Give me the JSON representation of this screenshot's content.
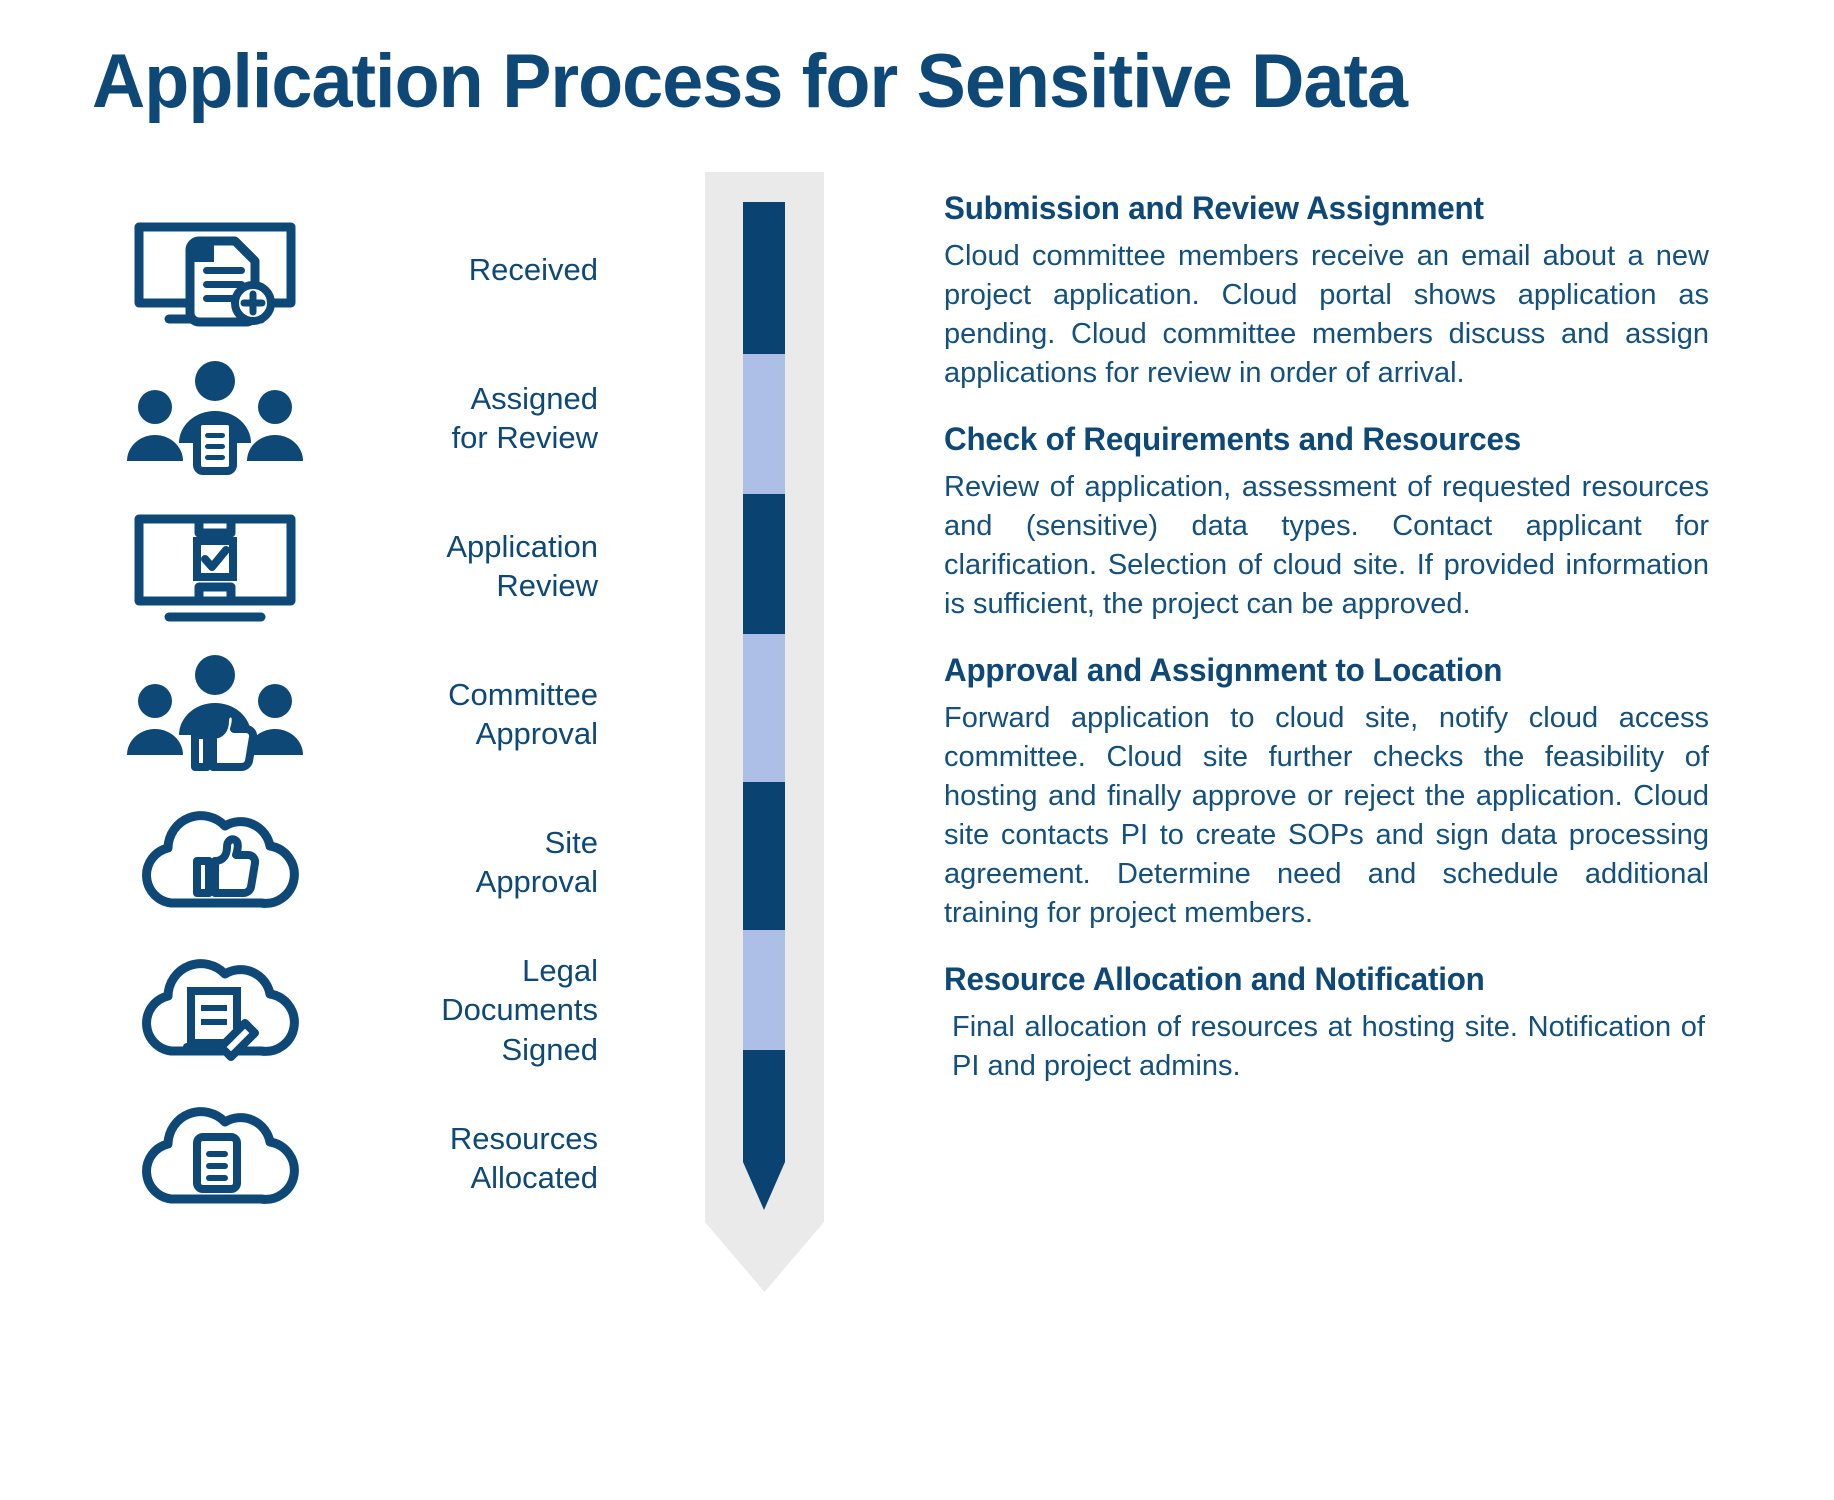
{
  "page": {
    "title": "Application Process for Sensitive Data",
    "colors": {
      "brand_dark": "#0d4877",
      "bar_dark": "#0a4272",
      "bar_light": "#adbfe6",
      "track_gray": "#eaeaea",
      "text_blue": "#13507e"
    }
  },
  "steps": [
    {
      "icon": "monitor-document-add-icon",
      "label": "Received"
    },
    {
      "icon": "people-document-icon",
      "label": "Assigned\nfor Review"
    },
    {
      "icon": "monitor-checklist-icon",
      "label": "Application\nReview"
    },
    {
      "icon": "people-thumbsup-icon",
      "label": "Committee\nApproval"
    },
    {
      "icon": "cloud-thumbsup-icon",
      "label": "Site\nApproval"
    },
    {
      "icon": "cloud-document-pencil-icon",
      "label": "Legal\nDocuments\nSigned"
    },
    {
      "icon": "cloud-document-icon",
      "label": "Resources\nAllocated"
    }
  ],
  "timeline": {
    "segments": [
      {
        "name": "segment-1",
        "color": "#0a4272"
      },
      {
        "name": "segment-2",
        "color": "#adbfe6"
      },
      {
        "name": "segment-3",
        "color": "#0a4272"
      },
      {
        "name": "segment-4",
        "color": "#adbfe6"
      },
      {
        "name": "segment-5",
        "color": "#0a4272"
      },
      {
        "name": "segment-6",
        "color": "#adbfe6"
      },
      {
        "name": "segment-7",
        "color": "#0a4272"
      }
    ],
    "direction": "down"
  },
  "sections": [
    {
      "heading": "Submission and Review Assignment",
      "body": "Cloud committee members receive an email about a new project application. Cloud portal shows application as pending. Cloud committee members discuss and assign applications for review in order of arrival."
    },
    {
      "heading": "Check of Requirements and Resources",
      "body": "Review of application, assessment of requested resources and (sensitive) data types. Contact applicant for clarification. Selection of cloud site. If provided information is sufficient, the project can be approved."
    },
    {
      "heading": "Approval and Assignment to Location",
      "body": "Forward application to cloud site, notify cloud access committee. Cloud site further checks the feasibility of hosting and finally approve or reject the application. Cloud site contacts PI to create SOPs and sign data processing agreement. Determine need and schedule additional training for project members."
    },
    {
      "heading": "Resource Allocation and Notification",
      "body": "Final allocation of resources at hosting site. Notification of PI and project admins."
    }
  ]
}
